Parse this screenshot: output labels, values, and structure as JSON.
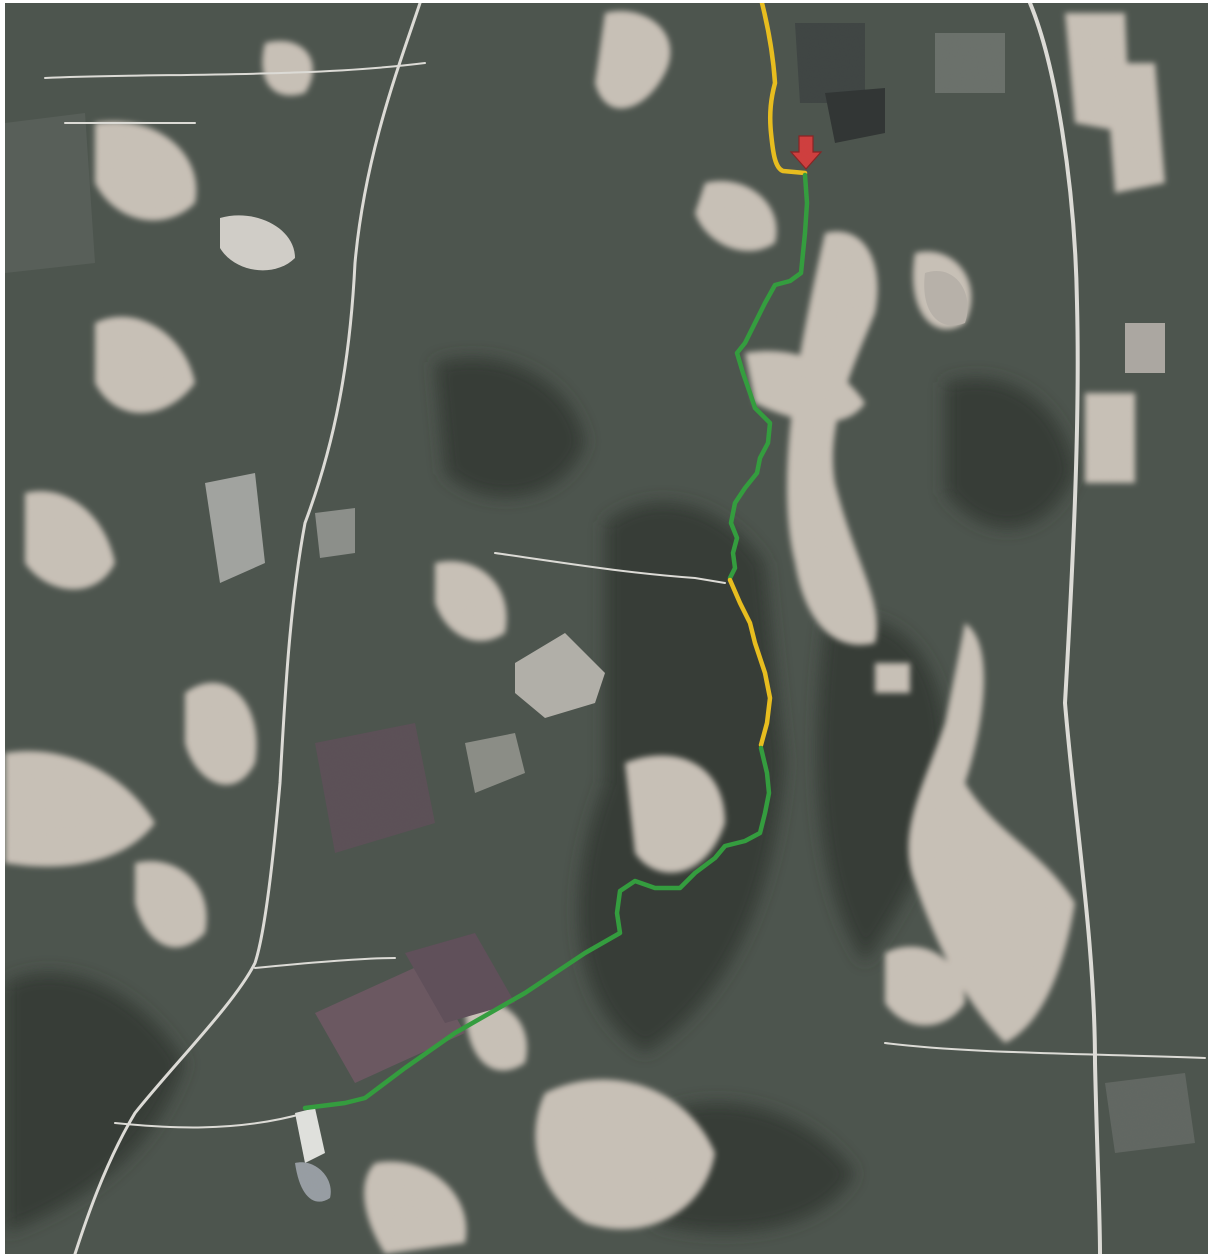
{
  "map": {
    "type": "aerial-photograph",
    "colors": {
      "forest": "#4a524b",
      "forest_dark": "#2f3530",
      "clearing": "#c8bfb4",
      "clearing_pink": "#d6c2b8",
      "road": "#e8e6e2",
      "route_primary": "#2fa03a",
      "route_secondary": "#f2c318",
      "marker": "#d63a3a",
      "pond": "#5a4a55"
    },
    "legend": [],
    "route_segments": [
      {
        "color": "yellow",
        "order": 1
      },
      {
        "color": "green",
        "order": 2
      },
      {
        "color": "yellow",
        "order": 3
      },
      {
        "color": "green",
        "order": 4
      }
    ],
    "marker": {
      "icon": "arrow-down-icon"
    }
  }
}
